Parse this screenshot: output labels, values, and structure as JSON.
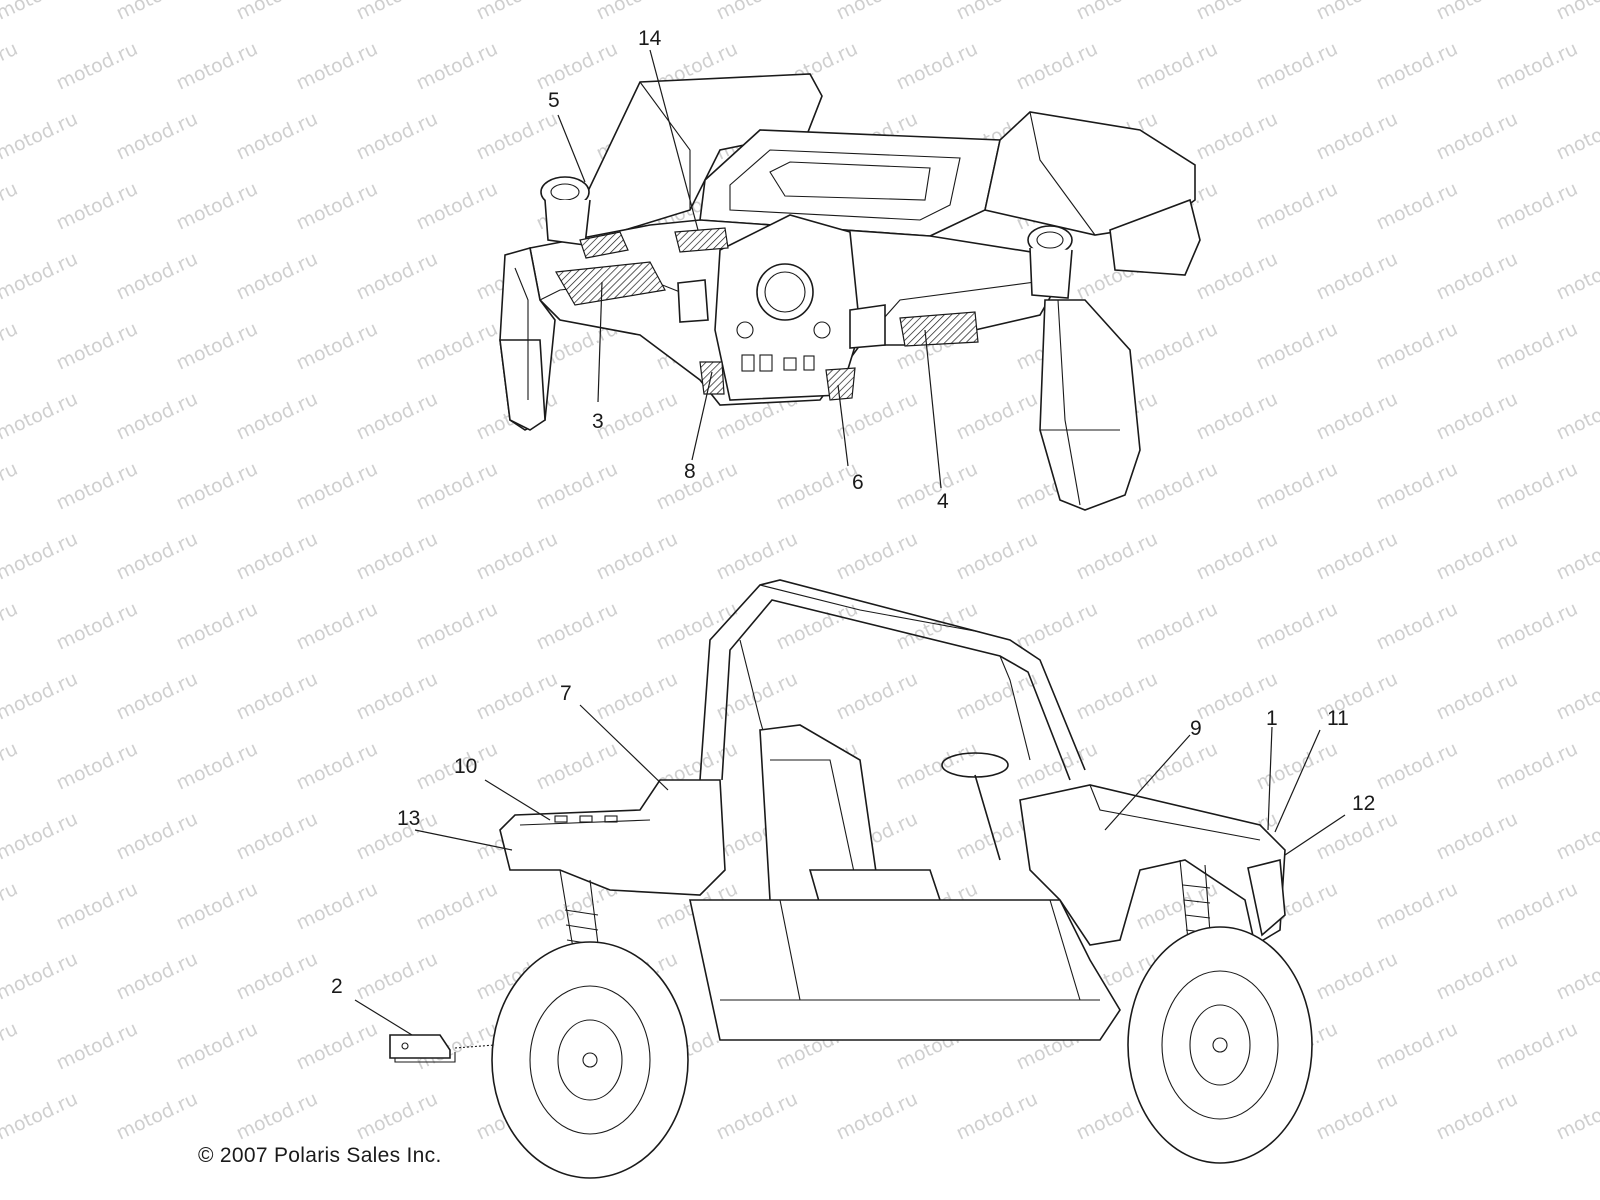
{
  "watermark": {
    "text": "motod.ru"
  },
  "copyright": "© 2007 Polaris Sales Inc.",
  "callouts": [
    {
      "id": "c14",
      "label": "14"
    },
    {
      "id": "c5",
      "label": "5"
    },
    {
      "id": "c3",
      "label": "3"
    },
    {
      "id": "c8",
      "label": "8"
    },
    {
      "id": "c6",
      "label": "6"
    },
    {
      "id": "c4",
      "label": "4"
    },
    {
      "id": "c7",
      "label": "7"
    },
    {
      "id": "c10",
      "label": "10"
    },
    {
      "id": "c13",
      "label": "13"
    },
    {
      "id": "c9",
      "label": "9"
    },
    {
      "id": "c1",
      "label": "1"
    },
    {
      "id": "c11",
      "label": "11"
    },
    {
      "id": "c12",
      "label": "12"
    },
    {
      "id": "c2",
      "label": "2"
    }
  ]
}
